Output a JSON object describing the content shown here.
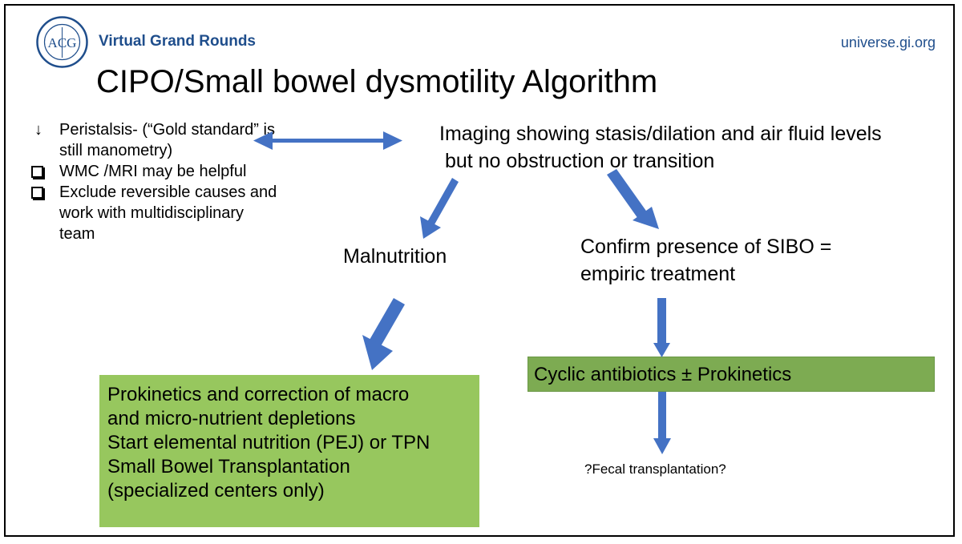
{
  "header": {
    "logo_text": "ACG",
    "brand": "Virtual Grand Rounds",
    "site": "universe.gi.org"
  },
  "title": "CIPO/Small bowel dysmotility Algorithm",
  "notes": [
    {
      "marker": "↓",
      "text": "Peristalsis- (“Gold standard” is still manometry)"
    },
    {
      "marker": "checkbox",
      "text": "WMC /MRI may be helpful"
    },
    {
      "marker": "checkbox",
      "text": "Exclude reversible causes and work with multidisciplinary team"
    }
  ],
  "imaging": {
    "line1": "Imaging showing stasis/dilation and air fluid levels",
    "line2": " but no obstruction or transition"
  },
  "malnutrition": "Malnutrition",
  "sibo": {
    "line1": "Confirm presence of SIBO =",
    "line2": "empiric treatment"
  },
  "left_box": [
    "Prokinetics and correction of macro",
    "and micro-nutrient depletions",
    "Start elemental nutrition (PEJ) or TPN",
    "Small Bowel Transplantation",
    "(specialized centers only)"
  ],
  "right_box": "Cyclic antibiotics ± Prokinetics",
  "fecal": "?Fecal transplantation?",
  "colors": {
    "arrow": "#4472c4",
    "green_left": "#97c75e",
    "green_right": "#7dab52",
    "brand_blue": "#1f4e8c"
  }
}
